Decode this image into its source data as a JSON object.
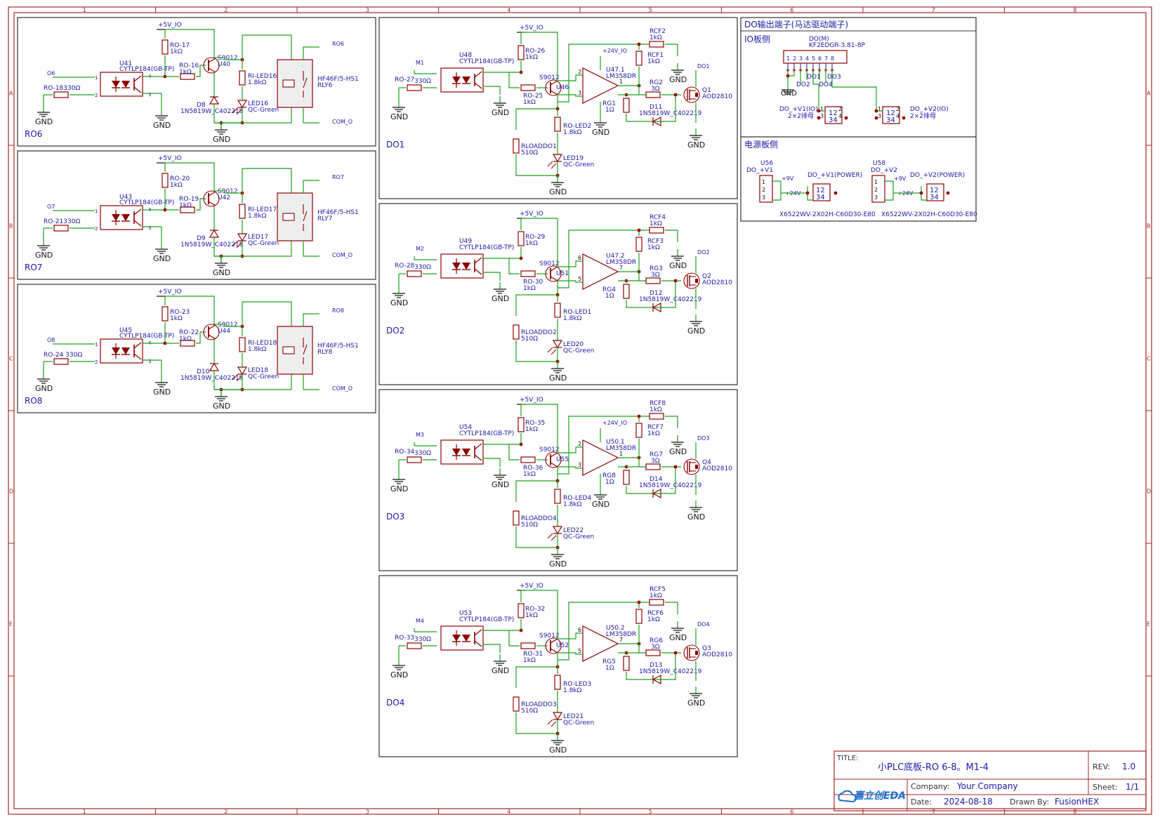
{
  "frame": {
    "columns": [
      "1",
      "2",
      "3",
      "4",
      "5",
      "6",
      "7",
      "8"
    ],
    "rows": [
      "A",
      "B",
      "C",
      "D",
      "E"
    ]
  },
  "common": {
    "vcc5": "+5V_IO",
    "gnd": "GND",
    "opto": "CYTLP184(GB-TP)",
    "tr": "S9012",
    "r1k": "1kΩ",
    "r18": "1.8kΩ",
    "r330": "330Ω",
    "led": "QC-Green",
    "diode": "1N5819W_C402219",
    "relay": "HF46F/5-HS1",
    "com": "COM_O",
    "opamp": "LM358DR",
    "vcc24": "+24V_IO",
    "mos": "AOD2810",
    "r3": "3Ω",
    "r1": "1Ω",
    "r510": "510Ω"
  },
  "ro": [
    {
      "title": "RO6",
      "net": "O6",
      "rin": "RO-18330Ω",
      "opto": "U41",
      "rpull": "RO-17",
      "rbase": "RO-16",
      "tr": "U40",
      "rled": "RI-LED16",
      "diode": "D8",
      "led": "LED16",
      "relay": "RLY6",
      "out": "RO6"
    },
    {
      "title": "RO7",
      "net": "O7",
      "rin": "RO-21330Ω",
      "opto": "U43",
      "rpull": "RO-20",
      "rbase": "RO-19",
      "tr": "U42",
      "rled": "RI-LED17",
      "diode": "D9",
      "led": "LED17",
      "relay": "RLY7",
      "out": "RO7"
    },
    {
      "title": "RO8",
      "net": "O8",
      "rin": "RO-24  330Ω",
      "opto": "U45",
      "rpull": "RO-23",
      "rbase": "RO-22",
      "tr": "U44",
      "rled": "RI-LED18",
      "diode": "D10",
      "led": "LED18",
      "relay": "RLY8",
      "out": "RO8"
    }
  ],
  "do": [
    {
      "title": "DO1",
      "net": "M1",
      "rin": "RO-27",
      "opto": "U48",
      "rpull": "RO-26",
      "rbase": "RO-25",
      "tr": "U46",
      "op": "U47.1",
      "pinA": "2",
      "pinB": "3",
      "pinO": "1",
      "rcf2": "RCF2",
      "rcf1": "RCF1",
      "rga": "RG2",
      "rgb": "RG1",
      "diode": "D11",
      "mos": "Q1",
      "out": "DO1",
      "rled": "RO-LED2",
      "rload": "RLOADDO1",
      "led": "LED19",
      "pwr": true
    },
    {
      "title": "DO2",
      "net": "M2",
      "rin": "RO-28",
      "opto": "U49",
      "rpull": "RO-29",
      "rbase": "RO-30",
      "tr": "U51",
      "op": "U47.2",
      "pinA": "6",
      "pinB": "5",
      "pinO": "7",
      "rcf2": "RCF4",
      "rcf1": "RCF3",
      "rga": "RG3",
      "rgb": "RG4",
      "diode": "D12",
      "mos": "Q2",
      "out": "DO2",
      "rled": "RO-LED1",
      "rload": "RLOADDO2",
      "led": "LED20",
      "pwr": false
    },
    {
      "title": "DO3",
      "net": "M3",
      "rin": "RO-34",
      "opto": "U54",
      "rpull": "RO-35",
      "rbase": "RO-36",
      "tr": "U55",
      "op": "U50.1",
      "pinA": "2",
      "pinB": "3",
      "pinO": "1",
      "rcf2": "RCF8",
      "rcf1": "RCF7",
      "rga": "RG7",
      "rgb": "RG8",
      "diode": "D14",
      "mos": "Q4",
      "out": "DO3",
      "rled": "RO-LED4",
      "rload": "RLOADDO4",
      "led": "LED22",
      "pwr": true
    },
    {
      "title": "DO4",
      "net": "M4",
      "rin": "RO-33",
      "opto": "U53",
      "rpull": "RO-32",
      "rbase": "RO-31",
      "tr": "U52",
      "op": "U50.2",
      "pinA": "6",
      "pinB": "5",
      "pinO": "7",
      "rcf2": "RCF5",
      "rcf1": "RCF6",
      "rga": "RG6",
      "rgb": "RG5",
      "diode": "D13",
      "mos": "Q3",
      "out": "DO4",
      "rled": "RO-LED3",
      "rload": "RLOADDO3",
      "led": "LED21",
      "pwr": false
    }
  ],
  "panel": {
    "title": "DO输出端子(马达驱动端子)",
    "io_side": "IO板侧",
    "conn_ref": "DO(M)",
    "conn_val": "KF2EDGR-3.81-8P",
    "conn_pins": [
      "1",
      "2",
      "3",
      "4",
      "5",
      "6",
      "7",
      "8"
    ],
    "nets": {
      "do1": "DO1",
      "do2": "DO2",
      "do3": "DO3",
      "do4": "DO4"
    },
    "hdr1_ref": "DO_+V1(IO)",
    "hdr2_ref": "DO_+V2(IO)",
    "hdr_val": "2×2排母",
    "hdr_pins": {
      "p1": "1",
      "p2": "2",
      "p3": "3",
      "p4": "4",
      "top": "12",
      "bottom": "34"
    },
    "power_side": "电源板侧",
    "u56": "U56",
    "u56_net": "DO_+V1",
    "u58": "U58",
    "u58_net": "DO_+V2",
    "v9": "+9V",
    "v24": "+24V",
    "pwr1_ref": "DO_+V1(POWER)",
    "pwr2_ref": "DO_+V2(POWER)",
    "pwr_val": "X6522WV-2X02H-C60D30-E80"
  },
  "titleblock": {
    "title_label": "TITLE:",
    "title": "小PLC底板-RO 6-8。M1-4",
    "rev_label": "REV:",
    "rev": "1.0",
    "company_label": "Company:",
    "company": "Your Company",
    "sheet_label": "Sheet:",
    "sheet": "1/1",
    "date_label": "Date:",
    "date": "2024-08-18",
    "drawn_label": "Drawn By:",
    "drawn": "FusionHEX",
    "logo": "嘉立创EDA"
  },
  "colors": {
    "frame": "#a0282a",
    "wire": "#1ea01e",
    "part": "#8c0000",
    "text": "#1a1aa8",
    "pin": "#c01a1a",
    "box": "#666666"
  }
}
